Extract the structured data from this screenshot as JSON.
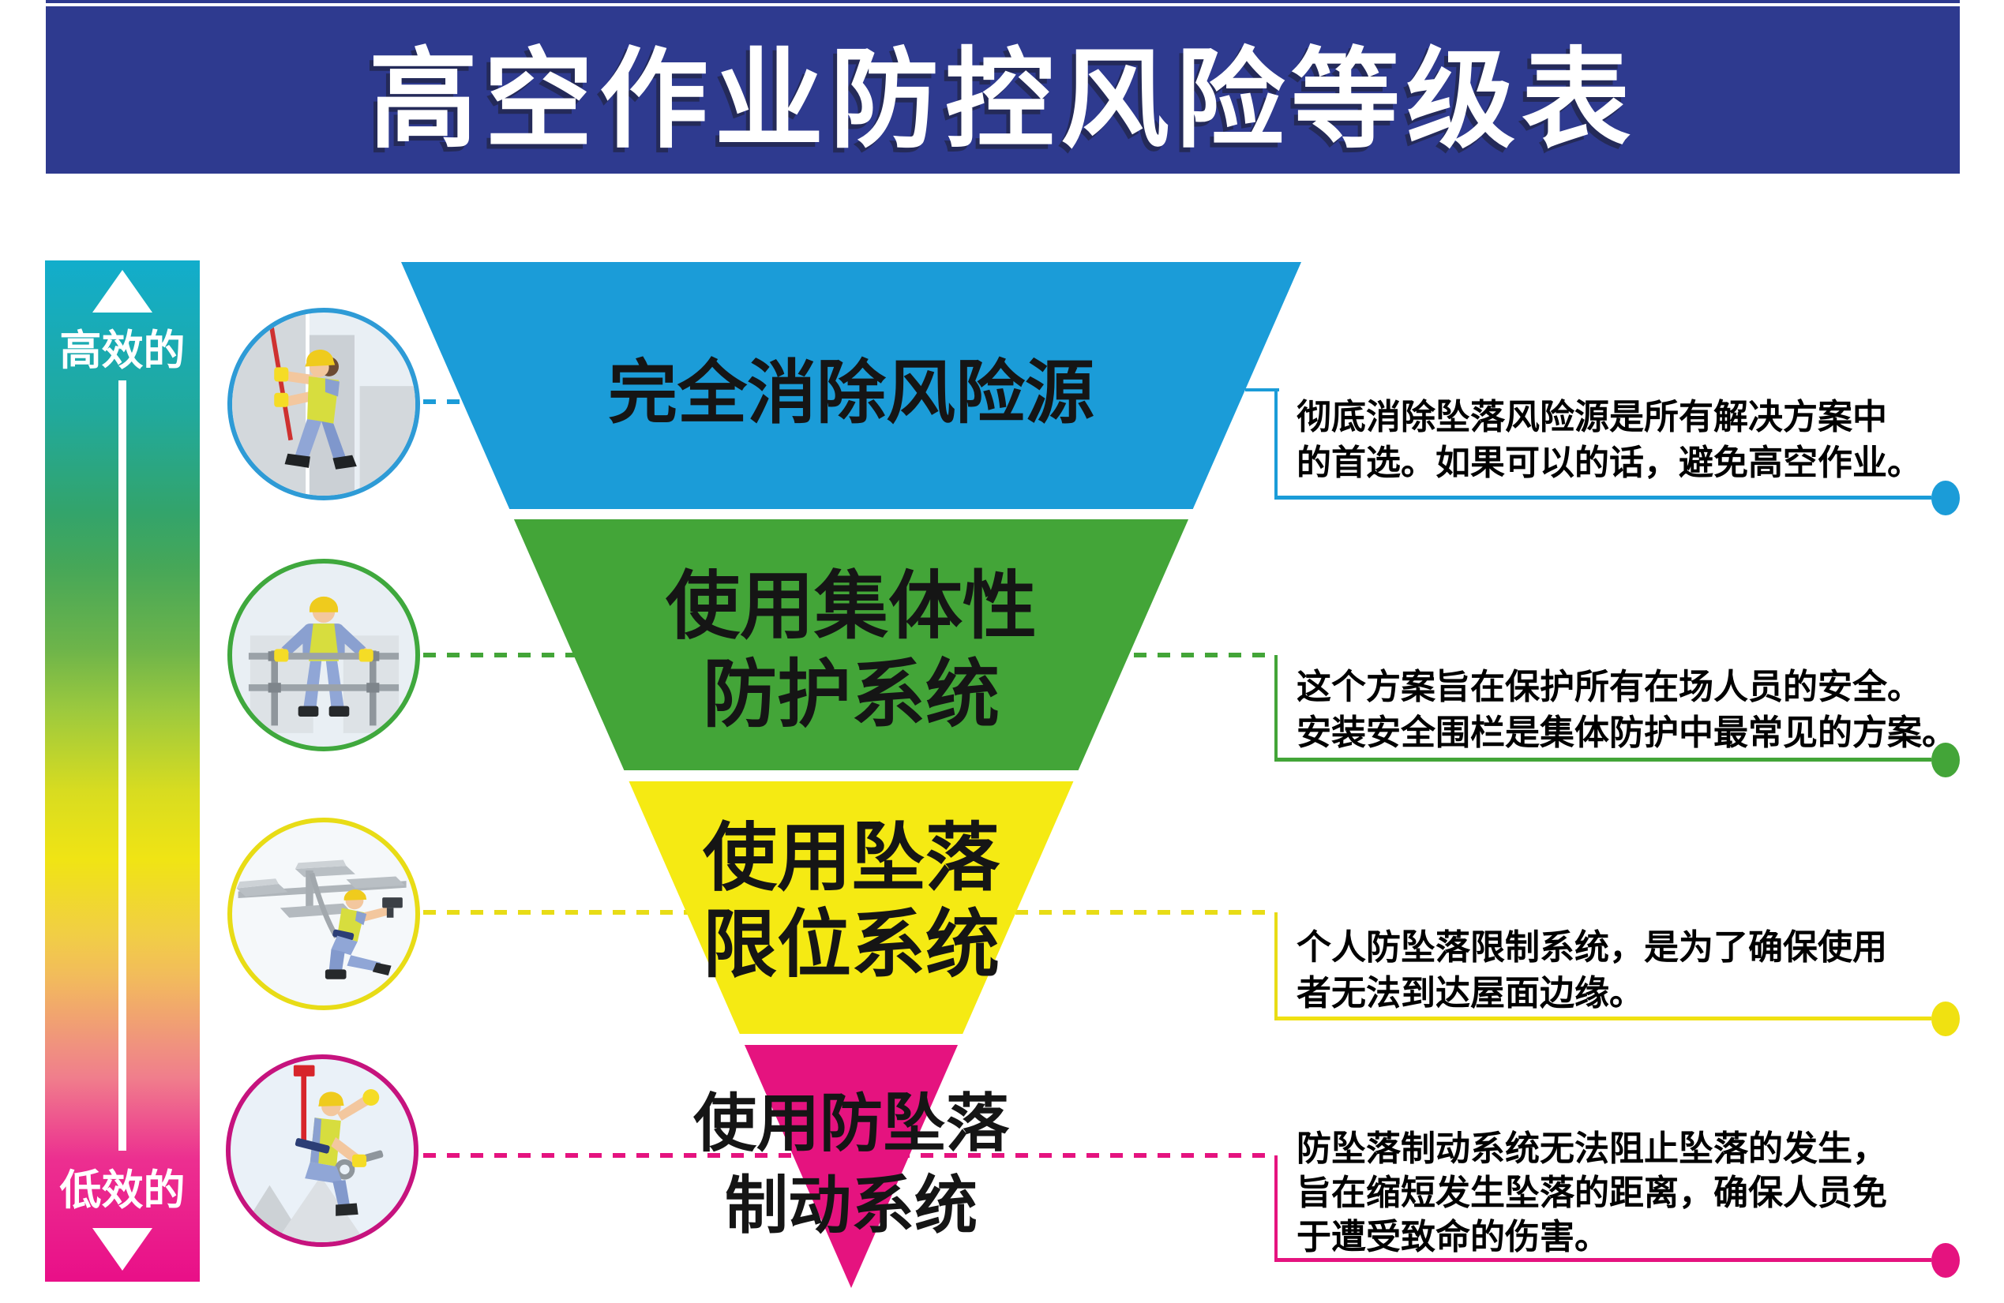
{
  "title": "高空作业防控风险等级表",
  "colors": {
    "banner": "#2E3A8F",
    "level1": "#1B9CD8",
    "level2": "#43A538",
    "level3": "#F5EA13",
    "level4": "#E5137F",
    "scale_gradient_top": "#12ADCC",
    "scale_gradient_bottom": "#E90F88"
  },
  "scale": {
    "top_label": "高效的",
    "bottom_label": "低效的"
  },
  "levels": [
    {
      "icon": "worker-eliminating-hazard-icon",
      "color": "#1B9CD8",
      "label_lines": [
        "完全消除风险源"
      ],
      "desc_lines": [
        "彻底消除坠落风险源是所有解决方案中",
        "的首选。如果可以的话，避免高空作业。"
      ]
    },
    {
      "icon": "worker-behind-guardrail-icon",
      "color": "#43A538",
      "label_lines": [
        "使用集体性",
        "防护系统"
      ],
      "desc_lines": [
        "这个方案旨在保护所有在场人员的安全。",
        "安装安全围栏是集体防护中最常见的方案。"
      ]
    },
    {
      "icon": "worker-restraint-anchor-icon",
      "color": "#F5EA13",
      "label_lines": [
        "使用坠落",
        "限位系统"
      ],
      "desc_lines": [
        "个人防坠落限制系统，是为了确保使用",
        "者无法到达屋面边缘。"
      ]
    },
    {
      "icon": "worker-fall-arrest-harness-icon",
      "color": "#E5137F",
      "label_lines": [
        "使用防坠落",
        "制动系统"
      ],
      "desc_lines": [
        "防坠落制动系统无法阻止坠落的发生，",
        "旨在缩短发生坠落的距离，确保人员免",
        "于遭受致命的伤害。"
      ]
    }
  ]
}
